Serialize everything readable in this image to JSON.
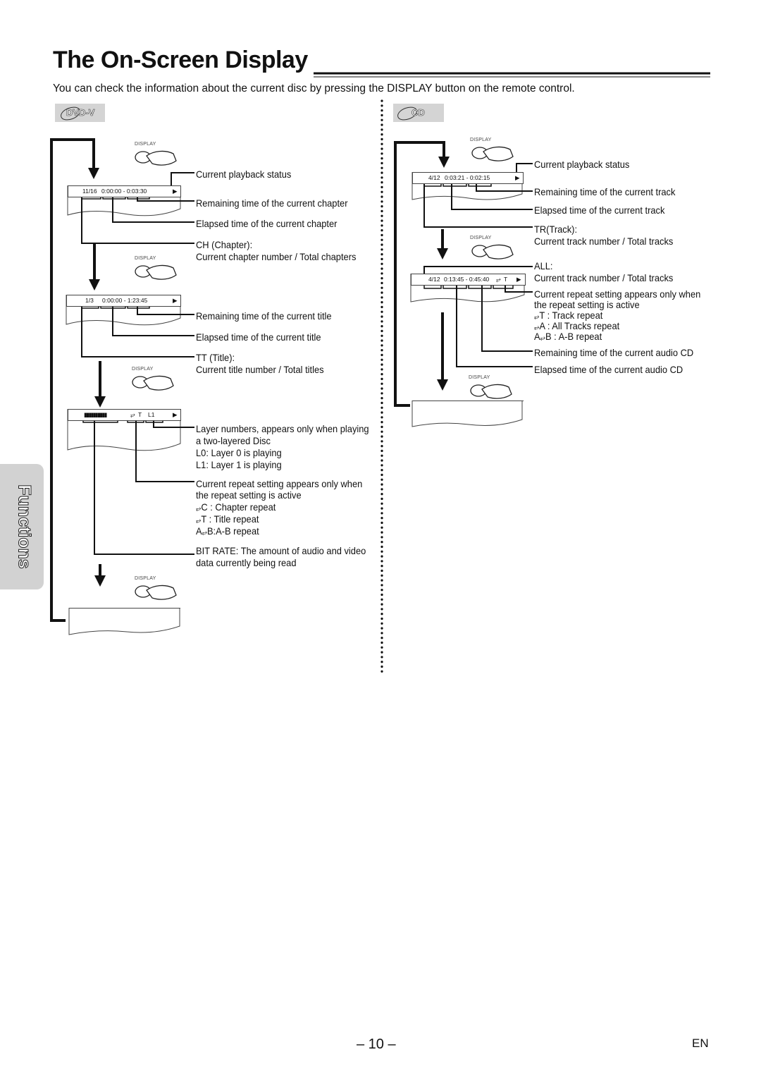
{
  "page": {
    "title": "The On-Screen Display",
    "intro": "You can check the information about the current disc by pressing the DISPLAY button on the remote control.",
    "page_number": "– 10 –",
    "language": "EN",
    "side_tab": "Functions"
  },
  "badges": {
    "dvd": "DVD-V",
    "cd": "CD"
  },
  "button_label": "DISPLAY",
  "dvd": {
    "osd1": {
      "left": "11/16",
      "mid": "0:00:00 - 0:03:30",
      "status": "▶"
    },
    "osd2": {
      "left": "1/3",
      "mid": "0:00:00 - 1:23:45",
      "status": "▶"
    },
    "osd3": {
      "left": "▮▮▮▮▮▮▮▮▮▮",
      "repeat": "T",
      "layer": "L1",
      "status": "▶"
    },
    "labels": {
      "playback_status": "Current playback status",
      "remaining_chapter": "Remaining time of the current chapter",
      "elapsed_chapter": "Elapsed time of the current chapter",
      "ch_title": "CH (Chapter):",
      "ch_desc": "Current chapter number / Total chapters",
      "remaining_title": "Remaining time of the current title",
      "elapsed_title": "Elapsed time of the current title",
      "tt_title": "TT (Title):",
      "tt_desc": "Current title number / Total titles",
      "layer_1": "Layer numbers, appears only when playing",
      "layer_2": "a two-layered Disc",
      "layer_3": "L0: Layer 0 is playing",
      "layer_4": "L1: Layer 1 is playing",
      "repeat_1": "Current repeat setting appears only when",
      "repeat_2": "the repeat setting is active",
      "repeat_3": "C :  Chapter repeat",
      "repeat_4": "T :  Title repeat",
      "repeat_5": "B:A-B repeat",
      "repeat_5_prefix": "A",
      "bitrate_1": "BIT RATE: The amount of audio and video",
      "bitrate_2": "data currently being read"
    }
  },
  "cd": {
    "osd1": {
      "left": "4/12",
      "mid": "0:03:21 - 0:02:15",
      "status": "▶"
    },
    "osd2": {
      "left": "4/12",
      "mid": "0:13:45 - 0:45:40",
      "repeat": "T",
      "status": "▶"
    },
    "labels": {
      "playback_status": "Current playback status",
      "remaining_track": "Remaining time of the current track",
      "elapsed_track": "Elapsed time of the current track",
      "tr_title": "TR(Track):",
      "tr_desc": "Current track number / Total tracks",
      "all_title": "ALL:",
      "all_desc": "Current track number / Total tracks",
      "repeat_1": "Current repeat setting appears only when",
      "repeat_2": "the repeat setting is active",
      "repeat_3": "T    : Track repeat",
      "repeat_4": "A    : All Tracks repeat",
      "repeat_5": "B : A-B repeat",
      "repeat_5_prefix": "A",
      "remaining_cd": "Remaining time of the current audio CD",
      "elapsed_cd": "Elapsed time of the current audio CD"
    }
  }
}
